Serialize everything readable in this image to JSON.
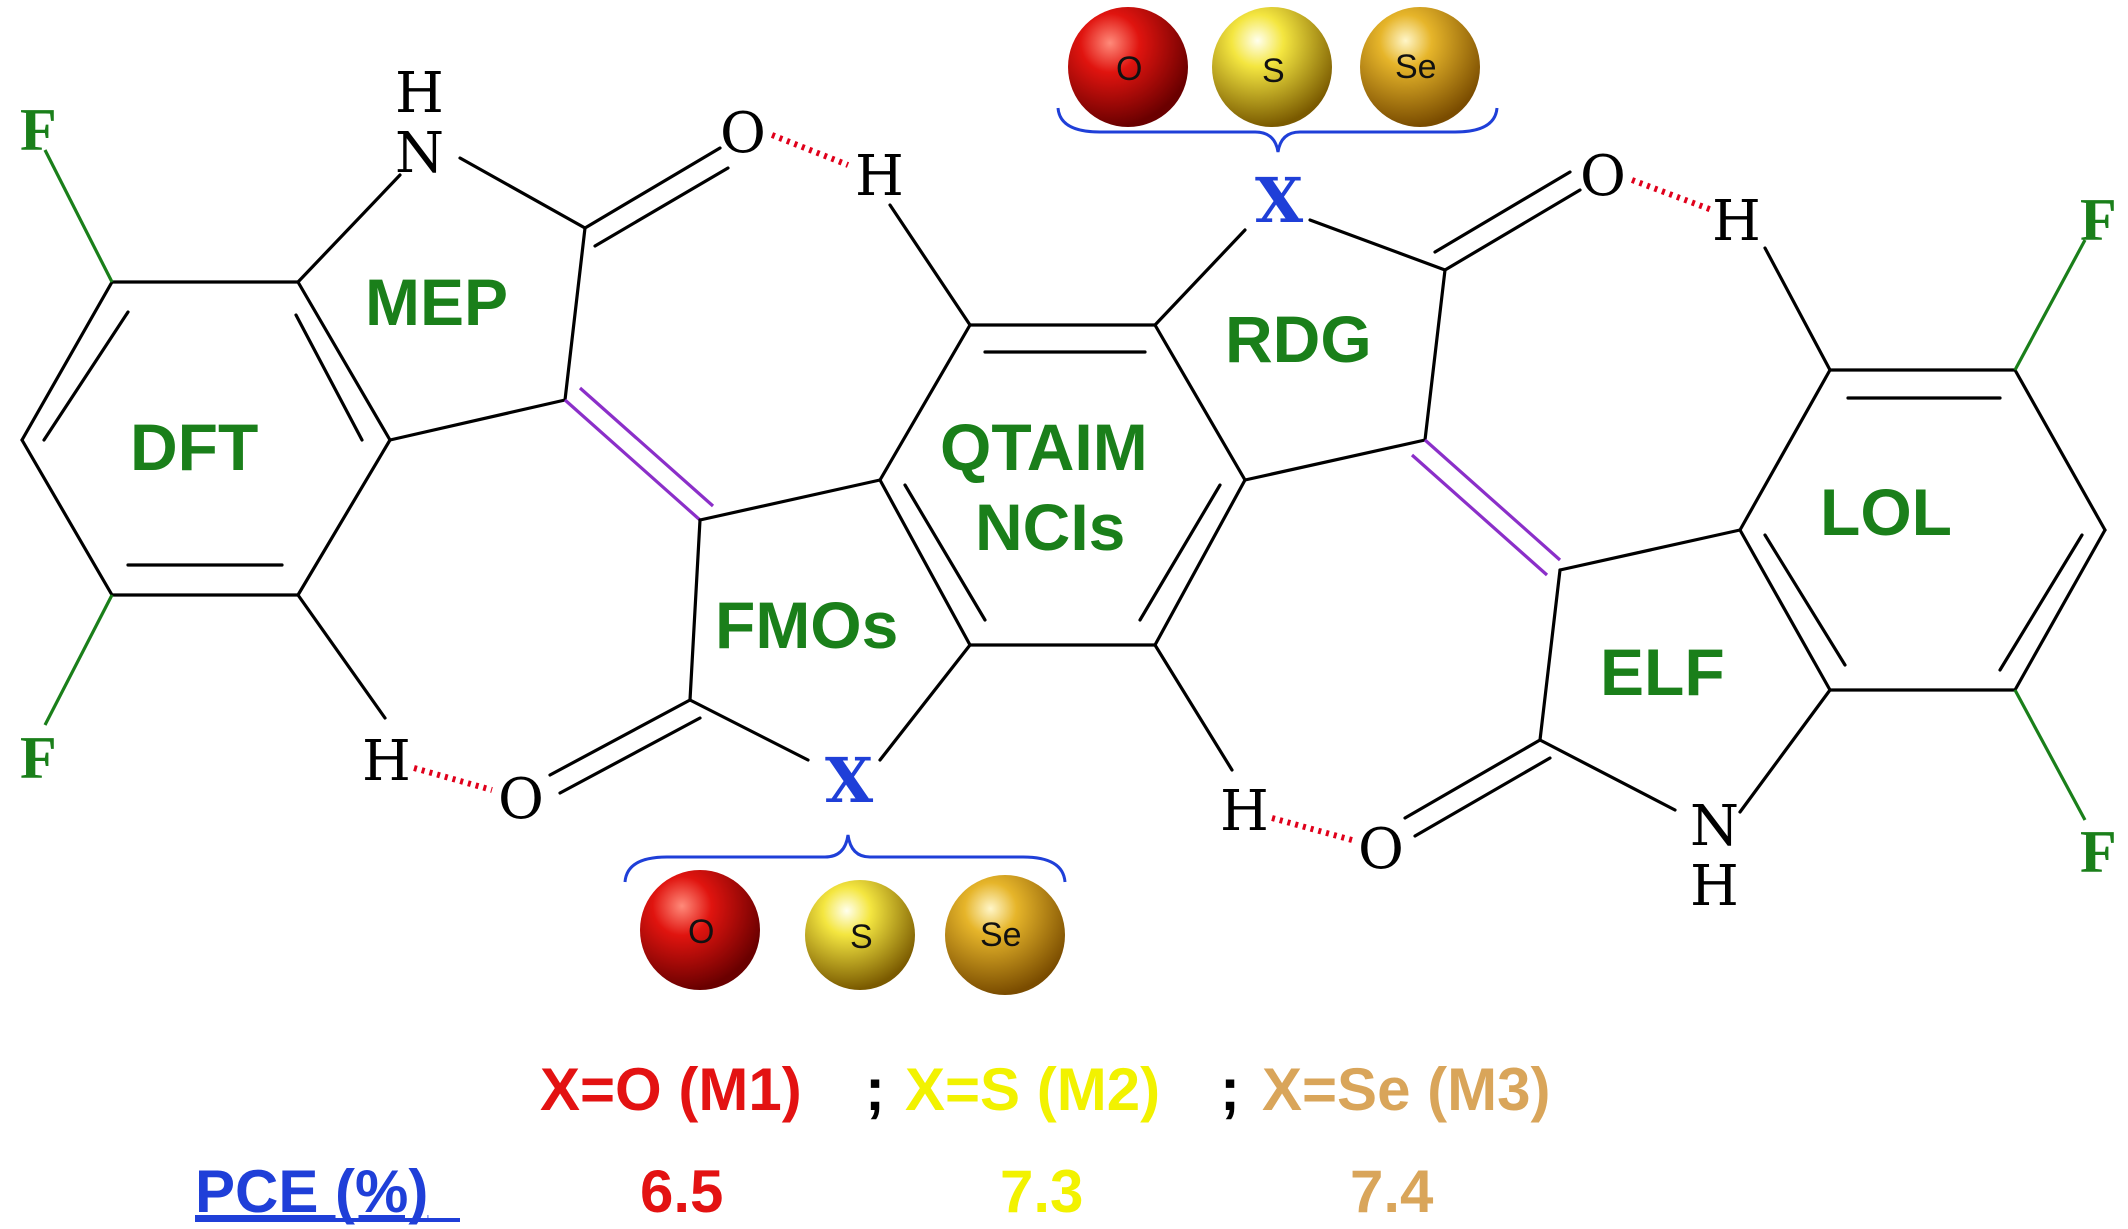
{
  "atoms": {
    "fluorine": "F",
    "nitrogen": "N",
    "hydrogen": "H",
    "oxygen": "O",
    "heteroatom": "X"
  },
  "ring_labels": {
    "dft": "DFT",
    "mep": "MEP",
    "qtaim": "QTAIM",
    "ncis": "NCIs",
    "fmos": "FMOs",
    "rdg": "RDG",
    "lol": "LOL",
    "elf": "ELF"
  },
  "spheres": [
    {
      "label": "O",
      "color": "#c90b0b"
    },
    {
      "label": "S",
      "color": "#d9c21a"
    },
    {
      "label": "Se",
      "color": "#d49a14"
    }
  ],
  "legend": {
    "m1": "X=O (M1)",
    "sep1": ";",
    "m2": "X=S (M2)",
    "sep2": ";",
    "m3": "X=Se (M3)",
    "pce_label": "PCE (%)",
    "pce_m1": "6.5",
    "pce_m2": "7.3",
    "pce_m3": "7.4"
  },
  "colors": {
    "m1": "#e31212",
    "m2": "#f2f200",
    "m3": "#d9a55a",
    "pce_label": "#1f3fd8",
    "ring_label": "#1a7f1a",
    "heteroatom": "#1f3fd8",
    "hydrogen_bond": "#e0001b",
    "exocyclic_double_bond": "#8b2fc9"
  }
}
